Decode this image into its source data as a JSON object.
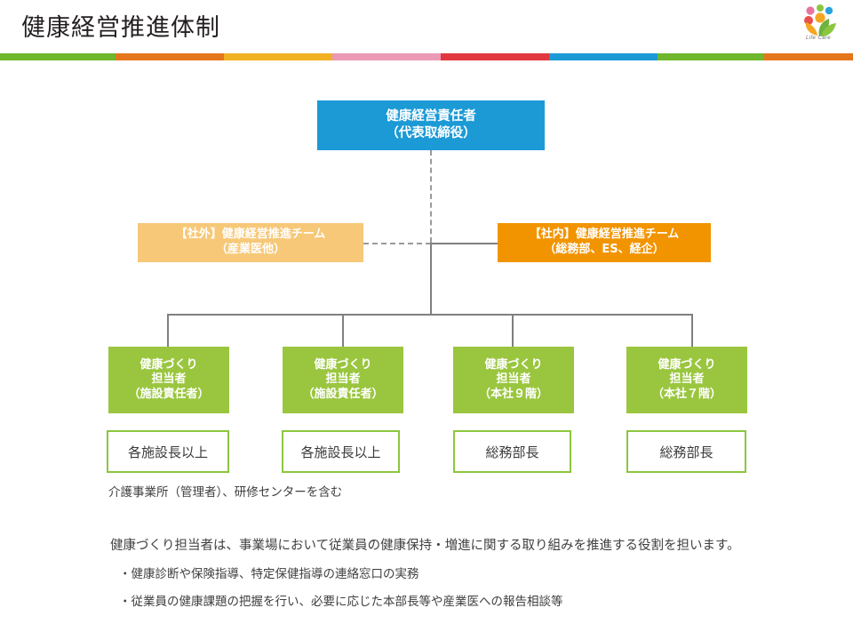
{
  "page": {
    "title": "健康経営推進体制",
    "background": "#ffffff"
  },
  "logo": {
    "name": "life-care-logo",
    "caption": "Life Care",
    "dot_colors": [
      "#e8739f",
      "#8cc63e",
      "#29a3dc",
      "#f5a623",
      "#e94f4f"
    ],
    "leaf_color": "#6cb33f"
  },
  "ribbon": {
    "segments": [
      {
        "color": "#6fb72d",
        "width": 130
      },
      {
        "color": "#e4771b",
        "width": 122
      },
      {
        "color": "#f2b023",
        "width": 122
      },
      {
        "color": "#eb9ab5",
        "width": 122
      },
      {
        "color": "#e0383e",
        "width": 122
      },
      {
        "color": "#1b9ad6",
        "width": 122
      },
      {
        "color": "#6fb72d",
        "width": 120
      },
      {
        "color": "#e4771b",
        "width": 100
      }
    ]
  },
  "chart": {
    "type": "org-chart",
    "top_node": {
      "name": "health-management-officer",
      "lines": [
        "健康経営責任者",
        "（代表取締役）"
      ],
      "color": "#1b9ad6",
      "text_color": "#ffffff"
    },
    "team_external": {
      "name": "external-promotion-team",
      "lines": [
        "【社外】健康経営推進チーム",
        "（産業医他）"
      ],
      "color": "#f6c878",
      "text_color": "#ffffff"
    },
    "team_internal": {
      "name": "internal-promotion-team",
      "lines": [
        "【社内】健康経営推進チーム",
        "（総務部、ES、経企）"
      ],
      "color": "#f29400",
      "text_color": "#ffffff"
    },
    "staff_nodes": [
      {
        "lines": [
          "健康づくり",
          "担当者",
          "（施設責任者）"
        ],
        "color": "#9ac63f"
      },
      {
        "lines": [
          "健康づくり",
          "担当者",
          "（施設責任者）"
        ],
        "color": "#9ac63f"
      },
      {
        "lines": [
          "健康づくり",
          "担当者",
          "（本社９階）"
        ],
        "color": "#9ac63f"
      },
      {
        "lines": [
          "健康づくり",
          "担当者",
          "（本社７階）"
        ],
        "color": "#9ac63f"
      }
    ],
    "role_nodes": [
      {
        "label": "各施設長以上",
        "border_color": "#8cc63e"
      },
      {
        "label": "各施設長以上",
        "border_color": "#8cc63e"
      },
      {
        "label": "総務部長",
        "border_color": "#8cc63e"
      },
      {
        "label": "総務部長",
        "border_color": "#8cc63e"
      }
    ],
    "connector_color": "#808080",
    "dashed_connector_color": "#9a9a9a"
  },
  "notes": {
    "facility_note": "介護事業所（管理者）、研修センターを含む",
    "paragraph": "健康づくり担当者は、事業場において従業員の健康保持・増進に関する取り組みを推進する役割を担います。",
    "bullets": [
      "・健康診断や保険指導、特定保健指導の連絡窓口の実務",
      "・従業員の健康課題の把握を行い、必要に応じた本部長等や産業医への報告相談等"
    ]
  }
}
